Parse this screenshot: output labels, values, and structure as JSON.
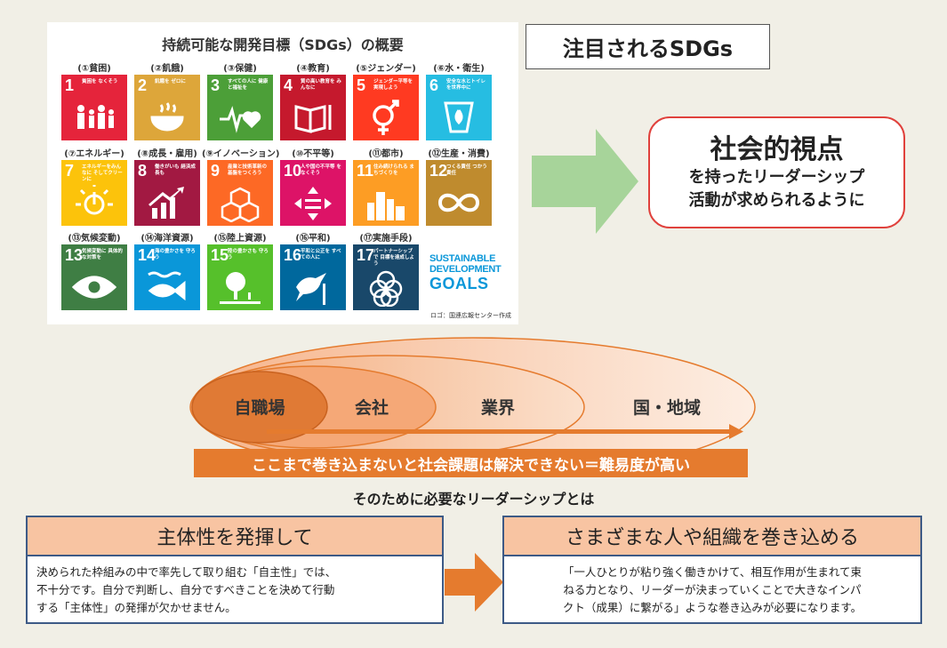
{
  "sdg_panel": {
    "title": "持続可能な開発目標（SDGs）の概要",
    "credit": "ロゴ：国連広報センター作成",
    "goals": [
      {
        "num": "1",
        "category": "(①貧困)",
        "text": "貧困を なくそう",
        "color": "#e5243b",
        "icon": "family-icon"
      },
      {
        "num": "2",
        "category": "(②飢餓)",
        "text": "飢餓を ゼロに",
        "color": "#dda63a",
        "icon": "bowl-icon"
      },
      {
        "num": "3",
        "category": "(③保健)",
        "text": "すべての人に 健康と福祉を",
        "color": "#4c9f38",
        "icon": "heartbeat-icon"
      },
      {
        "num": "4",
        "category": "(④教育)",
        "text": "質の高い教育を みんなに",
        "color": "#c5192d",
        "icon": "book-icon"
      },
      {
        "num": "5",
        "category": "(⑤ジェンダー)",
        "text": "ジェンダー平等を 実現しよう",
        "color": "#ff3a21",
        "icon": "gender-icon"
      },
      {
        "num": "6",
        "category": "(⑥水・衛生)",
        "text": "安全な水とトイレ を世界中に",
        "color": "#26bde2",
        "icon": "water-icon"
      },
      {
        "num": "7",
        "category": "(⑦エネルギー)",
        "text": "エネルギーをみんなに そしてクリーンに",
        "color": "#fcc30b",
        "icon": "power-icon"
      },
      {
        "num": "8",
        "category": "(⑧成長・雇用)",
        "text": "働きがいも 経済成長も",
        "color": "#a21942",
        "icon": "growth-chart-icon"
      },
      {
        "num": "9",
        "category": "(⑨イノベーション)",
        "text": "産業と技術革新の 基盤をつくろう",
        "color": "#fd6925",
        "icon": "cubes-icon"
      },
      {
        "num": "10",
        "category": "(⑩不平等)",
        "text": "人や国の不平等 をなくそう",
        "color": "#dd1367",
        "icon": "equality-icon"
      },
      {
        "num": "11",
        "category": "(⑪都市)",
        "text": "住み続けられる まちづくりを",
        "color": "#fd9d24",
        "icon": "city-icon"
      },
      {
        "num": "12",
        "category": "(⑫生産・消費)",
        "text": "つくる責任 つかう責任",
        "color": "#bf8b2e",
        "icon": "infinity-icon"
      },
      {
        "num": "13",
        "category": "(⑬気候変動)",
        "text": "気候変動に 具体的な対策を",
        "color": "#3f7e44",
        "icon": "eye-globe-icon"
      },
      {
        "num": "14",
        "category": "(⑭海洋資源)",
        "text": "海の豊かさを 守ろう",
        "color": "#0a97d9",
        "icon": "fish-icon"
      },
      {
        "num": "15",
        "category": "(⑮陸上資源)",
        "text": "陸の豊かさも 守ろう",
        "color": "#56c02b",
        "icon": "tree-icon"
      },
      {
        "num": "16",
        "category": "(⑯平和)",
        "text": "平和と公正を すべての人に",
        "color": "#00689d",
        "icon": "dove-icon"
      },
      {
        "num": "17",
        "category": "(⑰実施手段)",
        "text": "パートナーシップで 目標を達成しよう",
        "color": "#19486a",
        "icon": "rings-icon"
      }
    ],
    "logo": {
      "line1": "SUSTAINABLE",
      "line2": "DEVELOPMENT",
      "line3": "GOALS"
    }
  },
  "focus": {
    "label": "注目されるSDGs"
  },
  "society": {
    "title": "社会的視点",
    "line1": "を持ったリーダーシップ",
    "line2": "活動が求められるように"
  },
  "scope": {
    "labels": [
      "自職場",
      "会社",
      "業界",
      "国・地域"
    ],
    "banner": "ここまで巻き込まないと社会課題は解決できない＝難易度が高い",
    "subtitle": "そのために必要なリーダーシップとは"
  },
  "left_box": {
    "title": "主体性を発揮して",
    "lines": [
      "決められた枠組みの中で率先して取り組む「自主性」では、",
      "不十分です。自分で判断し、自分ですべきことを決めて行動",
      "する「主体性」の発揮が欠かせません。"
    ]
  },
  "right_box": {
    "title": "さまざまな人や組織を巻き込める",
    "lines": [
      "「一人ひとりが粘り強く働きかけて、相互作用が生まれて束",
      "ねる力となり、リーダーが決まっていくことで大きなインパ",
      "クト（成果）に繋がる」ような巻き込みが必要になります。"
    ]
  },
  "colors": {
    "accent_orange": "#e57b2e",
    "red_border": "#e0413c",
    "navy_border": "#3d5a86",
    "green_arrow": "#a7d49a"
  }
}
